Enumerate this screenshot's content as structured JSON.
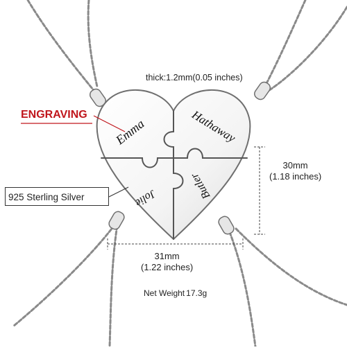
{
  "specs": {
    "thickness": "thick:1.2mm(0.05 inches)",
    "engraving_label": "ENGRAVING",
    "material": "925 Sterling Silver",
    "height_mm": "30mm",
    "height_in": "(1.18 inches)",
    "width_mm": "31mm",
    "width_in": "(1.22 inches)",
    "weight_label": "Net Weight",
    "weight_value": "17.3g"
  },
  "engraved_names": {
    "top_left": "Emma",
    "top_right": "Hathaway",
    "bottom_left": "Jolie",
    "bottom_right": "Butler"
  },
  "colors": {
    "engraving_accent": "#c0161c",
    "chain": "#8a8a8a",
    "metal_fill": "#f4f4f4",
    "metal_edge": "#6f6f6f",
    "text": "#222222",
    "background": "#ffffff"
  }
}
